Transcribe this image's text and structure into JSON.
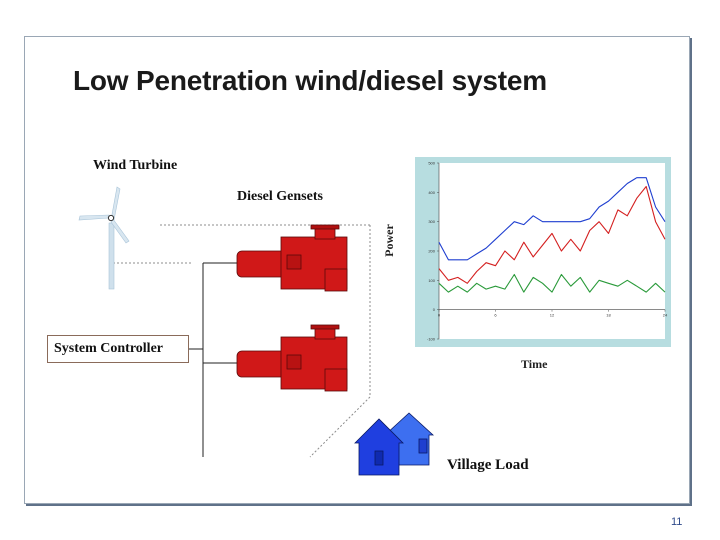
{
  "slide": {
    "title": "Low Penetration wind/diesel system",
    "number": "11"
  },
  "diagram": {
    "wind_turbine_label": "Wind Turbine",
    "diesel_gensets_label": "Diesel Gensets",
    "system_controller_label": "System Controller",
    "village_load_label": "Village Load"
  },
  "colors": {
    "genset": "#d01818",
    "house": "#1f3fe0",
    "house_back": "#3d6ff0",
    "chart_bg": "#b7dde0",
    "total_line": "#1f3fd0",
    "diesel_line": "#d42020",
    "wind_line": "#2a9a3a"
  },
  "chart_data": {
    "type": "line",
    "xlabel": "Time",
    "ylabel": "Power",
    "xlim": [
      0,
      24
    ],
    "ylim": [
      -100,
      500
    ],
    "yticks": [
      -100,
      0,
      100,
      200,
      300,
      400,
      500
    ],
    "xticks": [
      0,
      6,
      12,
      18,
      24
    ],
    "series": [
      {
        "color_key": "total_line",
        "x": [
          0,
          1,
          2,
          3,
          4,
          5,
          6,
          7,
          8,
          9,
          10,
          11,
          12,
          13,
          14,
          15,
          16,
          17,
          18,
          19,
          20,
          21,
          22,
          23,
          24
        ],
        "values": [
          230,
          170,
          170,
          170,
          190,
          210,
          240,
          270,
          300,
          290,
          320,
          300,
          300,
          300,
          300,
          300,
          310,
          350,
          370,
          400,
          430,
          450,
          450,
          350,
          300
        ]
      },
      {
        "color_key": "diesel_line",
        "x": [
          0,
          1,
          2,
          3,
          4,
          5,
          6,
          7,
          8,
          9,
          10,
          11,
          12,
          13,
          14,
          15,
          16,
          17,
          18,
          19,
          20,
          21,
          22,
          23,
          24
        ],
        "values": [
          140,
          100,
          110,
          90,
          130,
          160,
          150,
          200,
          170,
          230,
          180,
          220,
          260,
          200,
          240,
          200,
          270,
          300,
          260,
          340,
          320,
          380,
          420,
          300,
          240
        ]
      },
      {
        "color_key": "wind_line",
        "x": [
          0,
          1,
          2,
          3,
          4,
          5,
          6,
          7,
          8,
          9,
          10,
          11,
          12,
          13,
          14,
          15,
          16,
          17,
          18,
          19,
          20,
          21,
          22,
          23,
          24
        ],
        "values": [
          90,
          60,
          80,
          60,
          90,
          70,
          80,
          70,
          120,
          60,
          110,
          90,
          60,
          120,
          80,
          110,
          60,
          100,
          90,
          80,
          100,
          80,
          60,
          90,
          60
        ]
      }
    ]
  }
}
